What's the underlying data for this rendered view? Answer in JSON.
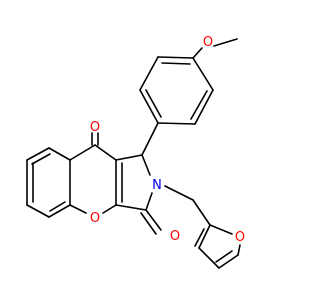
{
  "figure": {
    "type": "chemical-structure",
    "atom_labels": {
      "methoxy_O": "O",
      "ketone_O_top": "O",
      "pyran_O": "O",
      "lactam_N": "N",
      "lactam_O": "O",
      "furan_O": "O"
    },
    "colors": {
      "bond": "#000000",
      "oxygen": "#ff0000",
      "nitrogen": "#0000ff",
      "background": "#ffffff"
    }
  }
}
